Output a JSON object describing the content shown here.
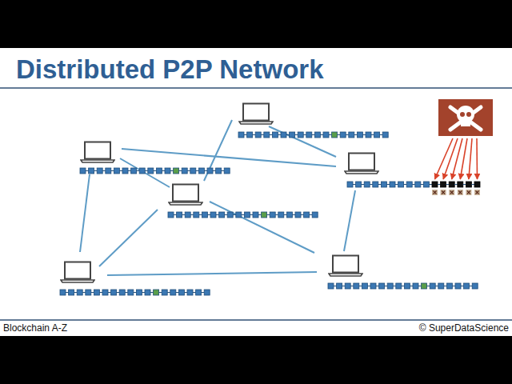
{
  "diagram": {
    "title": "Distributed P2P Network",
    "labels": [
      "Blockchain A-Z",
      "© SuperDataScience"
    ]
  }
}
